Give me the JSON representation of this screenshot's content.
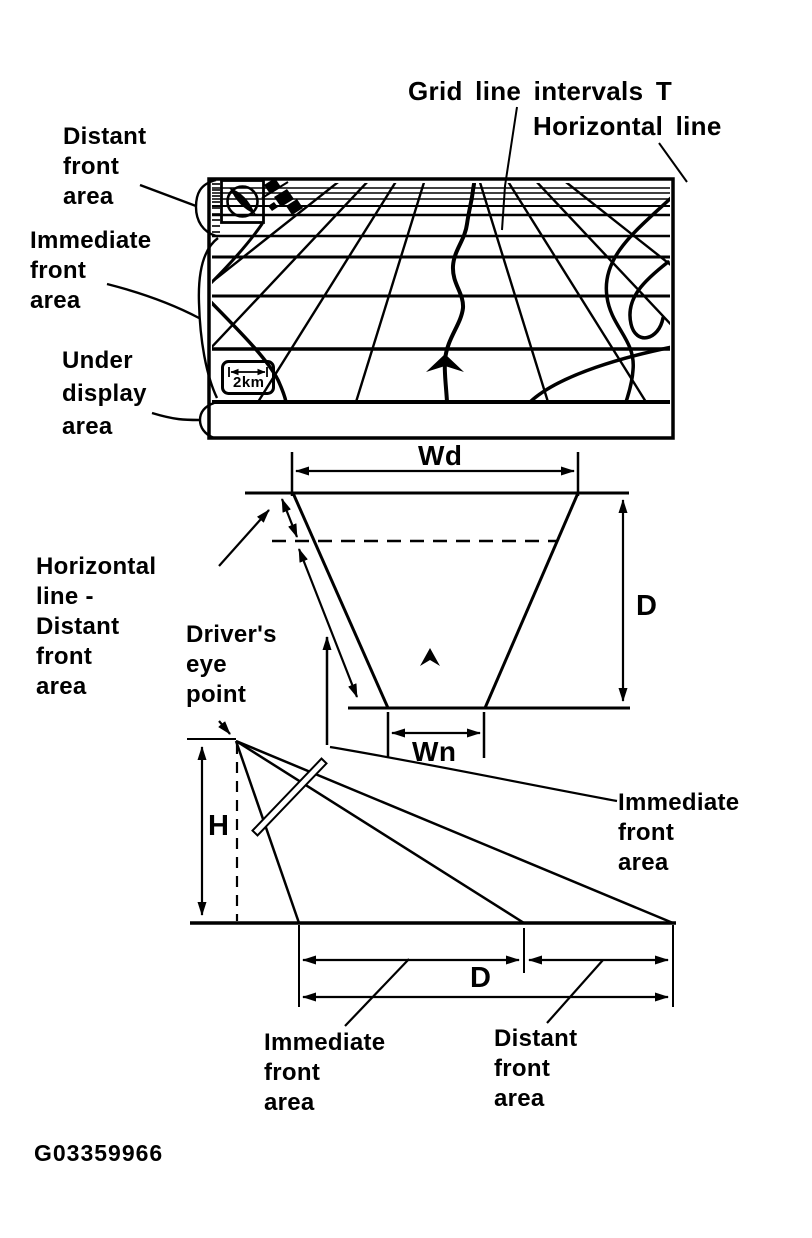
{
  "figure_code": "G03359966",
  "colors": {
    "ink": "#000000",
    "paper": "#ffffff"
  },
  "map_display": {
    "scale_badge_text": "2km",
    "icons": {
      "compass": "compass-icon",
      "satellite": "satellite-icon",
      "vehicle_marker": "vehicle-arrow-icon",
      "scale": "scale-2km-icon"
    }
  },
  "labels": {
    "grid_line_intervals": "Grid line intervals T",
    "horizontal_line": "Horizontal line",
    "distant_front_area": "Distant\nfront\narea",
    "immediate_front_area": "Immediate\nfront\narea",
    "under_display_area": "Under\ndisplay\narea",
    "horizontal_line_distant_front_area": "Horizontal\nline -\nDistant\nfront\narea",
    "drivers_eye_point": "Driver's\neye\npoint",
    "immediate_front_area_side": "Immediate\nfront\narea",
    "immediate_front_area_bottom": "Immediate\nfront\narea",
    "distant_front_area_bottom": "Distant\nfront\narea"
  },
  "dimensions": {
    "display_width_distant": "Wd",
    "display_width_near": "Wn",
    "depth_right": "D",
    "depth_bottom": "D",
    "eye_height": "H"
  }
}
